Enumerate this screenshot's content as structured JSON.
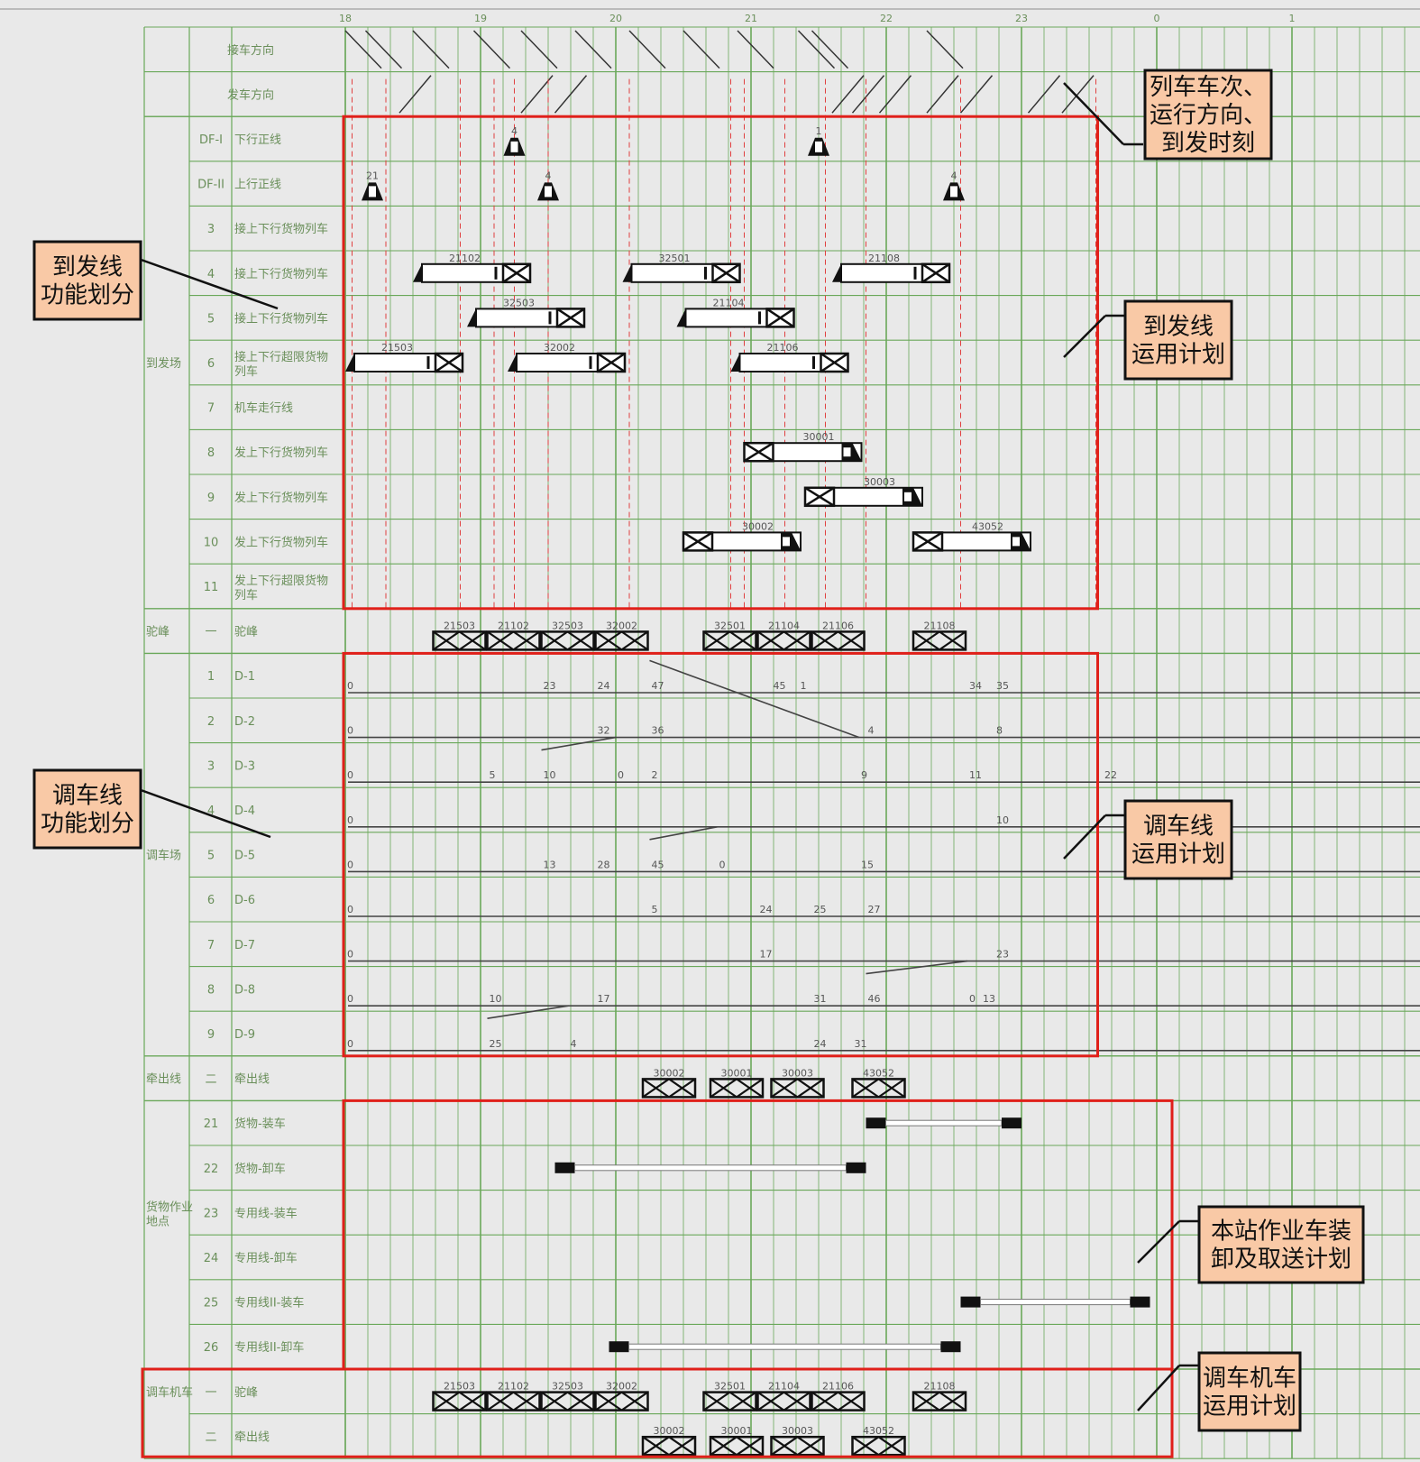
{
  "hour_labels": [
    "18",
    "19",
    "20",
    "21",
    "22",
    "23",
    "0",
    "1"
  ],
  "rows": [
    {
      "group": "",
      "num": "",
      "name": "接车方向"
    },
    {
      "group": "",
      "num": "",
      "name": "发车方向"
    },
    {
      "group": "",
      "num": "DF-I",
      "name": "下行正线"
    },
    {
      "group": "",
      "num": "DF-II",
      "name": "上行正线"
    },
    {
      "group": "",
      "num": "3",
      "name": "接上下行货物列车"
    },
    {
      "group": "",
      "num": "4",
      "name": "接上下行货物列车"
    },
    {
      "group": "",
      "num": "5",
      "name": "接上下行货物列车"
    },
    {
      "group": "到发场",
      "num": "6",
      "name": "接上下行超限货物列车"
    },
    {
      "group": "",
      "num": "7",
      "name": "机车走行线"
    },
    {
      "group": "",
      "num": "8",
      "name": "发上下行货物列车"
    },
    {
      "group": "",
      "num": "9",
      "name": "发上下行货物列车"
    },
    {
      "group": "",
      "num": "10",
      "name": "发上下行货物列车"
    },
    {
      "group": "",
      "num": "11",
      "name": "发上下行超限货物列车"
    },
    {
      "group": "驼峰",
      "num": "一",
      "name": "驼峰"
    },
    {
      "group": "",
      "num": "1",
      "name": "D-1"
    },
    {
      "group": "",
      "num": "2",
      "name": "D-2"
    },
    {
      "group": "",
      "num": "3",
      "name": "D-3"
    },
    {
      "group": "",
      "num": "4",
      "name": "D-4"
    },
    {
      "group": "调车场",
      "num": "5",
      "name": "D-5"
    },
    {
      "group": "",
      "num": "6",
      "name": "D-6"
    },
    {
      "group": "",
      "num": "7",
      "name": "D-7"
    },
    {
      "group": "",
      "num": "8",
      "name": "D-8"
    },
    {
      "group": "",
      "num": "9",
      "name": "D-9"
    },
    {
      "group": "牵出线",
      "num": "二",
      "name": "牵出线"
    },
    {
      "group": "",
      "num": "21",
      "name": "货物-装车"
    },
    {
      "group": "",
      "num": "22",
      "name": "货物-卸车"
    },
    {
      "group": "货物作业地点",
      "num": "23",
      "name": "专用线-装车"
    },
    {
      "group": "",
      "num": "24",
      "name": "专用线-卸车"
    },
    {
      "group": "",
      "num": "25",
      "name": "专用线II-装车"
    },
    {
      "group": "",
      "num": "26",
      "name": "专用线II-卸车"
    },
    {
      "group": "调车机车",
      "num": "一",
      "name": "驼峰"
    },
    {
      "group": "",
      "num": "二",
      "name": "牵出线"
    }
  ],
  "arrivals": [
    {
      "row": 5,
      "t": 18.5,
      "label": "21102"
    },
    {
      "row": 5,
      "t": 20.05,
      "label": "32501"
    },
    {
      "row": 5,
      "t": 21.6,
      "label": "21108"
    },
    {
      "row": 6,
      "t": 18.9,
      "label": "32503"
    },
    {
      "row": 6,
      "t": 20.45,
      "label": "21104"
    },
    {
      "row": 7,
      "t": 18.0,
      "label": "21503"
    },
    {
      "row": 7,
      "t": 19.2,
      "label": "32002"
    },
    {
      "row": 7,
      "t": 20.85,
      "label": "21106"
    }
  ],
  "departures": [
    {
      "row": 9,
      "t": 20.95,
      "label": "30001"
    },
    {
      "row": 10,
      "t": 21.4,
      "label": "30003"
    },
    {
      "row": 11,
      "t": 20.5,
      "label": "30002"
    },
    {
      "row": 11,
      "t": 22.2,
      "label": "43052"
    }
  ],
  "hump_ops": [
    {
      "t": 18.65,
      "label": "21503"
    },
    {
      "t": 19.05,
      "label": "21102"
    },
    {
      "t": 19.45,
      "label": "32503"
    },
    {
      "t": 19.85,
      "label": "32002"
    },
    {
      "t": 20.65,
      "label": "32501"
    },
    {
      "t": 21.05,
      "label": "21104"
    },
    {
      "t": 21.45,
      "label": "21106"
    },
    {
      "t": 22.2,
      "label": "21108"
    }
  ],
  "pullout_ops": [
    {
      "t": 20.2,
      "label": "30002"
    },
    {
      "t": 20.7,
      "label": "30001"
    },
    {
      "t": 21.15,
      "label": "30003"
    },
    {
      "t": 21.75,
      "label": "43052"
    }
  ],
  "main_marks": [
    {
      "row": 2,
      "t": 19.25,
      "label": "4"
    },
    {
      "row": 2,
      "t": 21.5,
      "label": "1"
    },
    {
      "row": 3,
      "t": 18.2,
      "label": "21"
    },
    {
      "row": 3,
      "t": 19.5,
      "label": "4"
    },
    {
      "row": 3,
      "t": 22.5,
      "label": "4"
    }
  ],
  "yard_labels": [
    {
      "row": 14,
      "t": 18.0,
      "label": "0"
    },
    {
      "row": 14,
      "t": 19.45,
      "label": "23"
    },
    {
      "row": 14,
      "t": 19.85,
      "label": "24"
    },
    {
      "row": 14,
      "t": 20.25,
      "label": "47"
    },
    {
      "row": 14,
      "t": 21.15,
      "label": "45"
    },
    {
      "row": 14,
      "t": 21.35,
      "label": "1"
    },
    {
      "row": 14,
      "t": 22.6,
      "label": "34"
    },
    {
      "row": 14,
      "t": 22.8,
      "label": "35"
    },
    {
      "row": 15,
      "t": 18.0,
      "label": "0"
    },
    {
      "row": 15,
      "t": 19.85,
      "label": "32"
    },
    {
      "row": 15,
      "t": 20.25,
      "label": "36"
    },
    {
      "row": 15,
      "t": 21.85,
      "label": "4"
    },
    {
      "row": 15,
      "t": 22.8,
      "label": "8"
    },
    {
      "row": 16,
      "t": 18.0,
      "label": "0"
    },
    {
      "row": 16,
      "t": 19.05,
      "label": "5"
    },
    {
      "row": 16,
      "t": 19.45,
      "label": "10"
    },
    {
      "row": 16,
      "t": 20.0,
      "label": "0"
    },
    {
      "row": 16,
      "t": 20.25,
      "label": "2"
    },
    {
      "row": 16,
      "t": 21.8,
      "label": "9"
    },
    {
      "row": 16,
      "t": 22.6,
      "label": "11"
    },
    {
      "row": 16,
      "t": 23.6,
      "label": "22"
    },
    {
      "row": 17,
      "t": 18.0,
      "label": "0"
    },
    {
      "row": 17,
      "t": 22.8,
      "label": "10"
    },
    {
      "row": 18,
      "t": 18.0,
      "label": "0"
    },
    {
      "row": 18,
      "t": 19.45,
      "label": "13"
    },
    {
      "row": 18,
      "t": 19.85,
      "label": "28"
    },
    {
      "row": 18,
      "t": 20.25,
      "label": "45"
    },
    {
      "row": 18,
      "t": 20.75,
      "label": "0"
    },
    {
      "row": 18,
      "t": 21.8,
      "label": "15"
    },
    {
      "row": 19,
      "t": 18.0,
      "label": "0"
    },
    {
      "row": 19,
      "t": 20.25,
      "label": "5"
    },
    {
      "row": 19,
      "t": 21.05,
      "label": "24"
    },
    {
      "row": 19,
      "t": 21.45,
      "label": "25"
    },
    {
      "row": 19,
      "t": 21.85,
      "label": "27"
    },
    {
      "row": 20,
      "t": 18.0,
      "label": "0"
    },
    {
      "row": 20,
      "t": 21.05,
      "label": "17"
    },
    {
      "row": 20,
      "t": 22.8,
      "label": "23"
    },
    {
      "row": 21,
      "t": 18.0,
      "label": "0"
    },
    {
      "row": 21,
      "t": 19.05,
      "label": "10"
    },
    {
      "row": 21,
      "t": 19.85,
      "label": "17"
    },
    {
      "row": 21,
      "t": 21.45,
      "label": "31"
    },
    {
      "row": 21,
      "t": 21.85,
      "label": "46"
    },
    {
      "row": 21,
      "t": 22.6,
      "label": "0"
    },
    {
      "row": 21,
      "t": 22.7,
      "label": "13"
    },
    {
      "row": 22,
      "t": 18.0,
      "label": "0"
    },
    {
      "row": 22,
      "t": 19.05,
      "label": "25"
    },
    {
      "row": 22,
      "t": 19.65,
      "label": "4"
    },
    {
      "row": 22,
      "t": 21.45,
      "label": "24"
    },
    {
      "row": 22,
      "t": 21.75,
      "label": "31"
    }
  ],
  "callouts": [
    {
      "id": "c1",
      "text": [
        "列车车次、",
        "运行方向、",
        "到发时刻"
      ]
    },
    {
      "id": "c2",
      "text": [
        "到发线",
        "功能划分"
      ]
    },
    {
      "id": "c3",
      "text": [
        "到发线",
        "运用计划"
      ]
    },
    {
      "id": "c4",
      "text": [
        "调车线",
        "功能划分"
      ]
    },
    {
      "id": "c5",
      "text": [
        "调车线",
        "运用计划"
      ]
    },
    {
      "id": "c6",
      "text": [
        "本站作业车装",
        "卸及取送计划"
      ]
    },
    {
      "id": "c7",
      "text": [
        "调车机车",
        "运用计划"
      ]
    }
  ],
  "colors": {
    "grid": "#6aa85a",
    "highlight": "#e0201a",
    "callout_bg": "#f9c9a6",
    "bar": "#111111",
    "dashed": "#e04040",
    "yard_line": "#444444"
  }
}
